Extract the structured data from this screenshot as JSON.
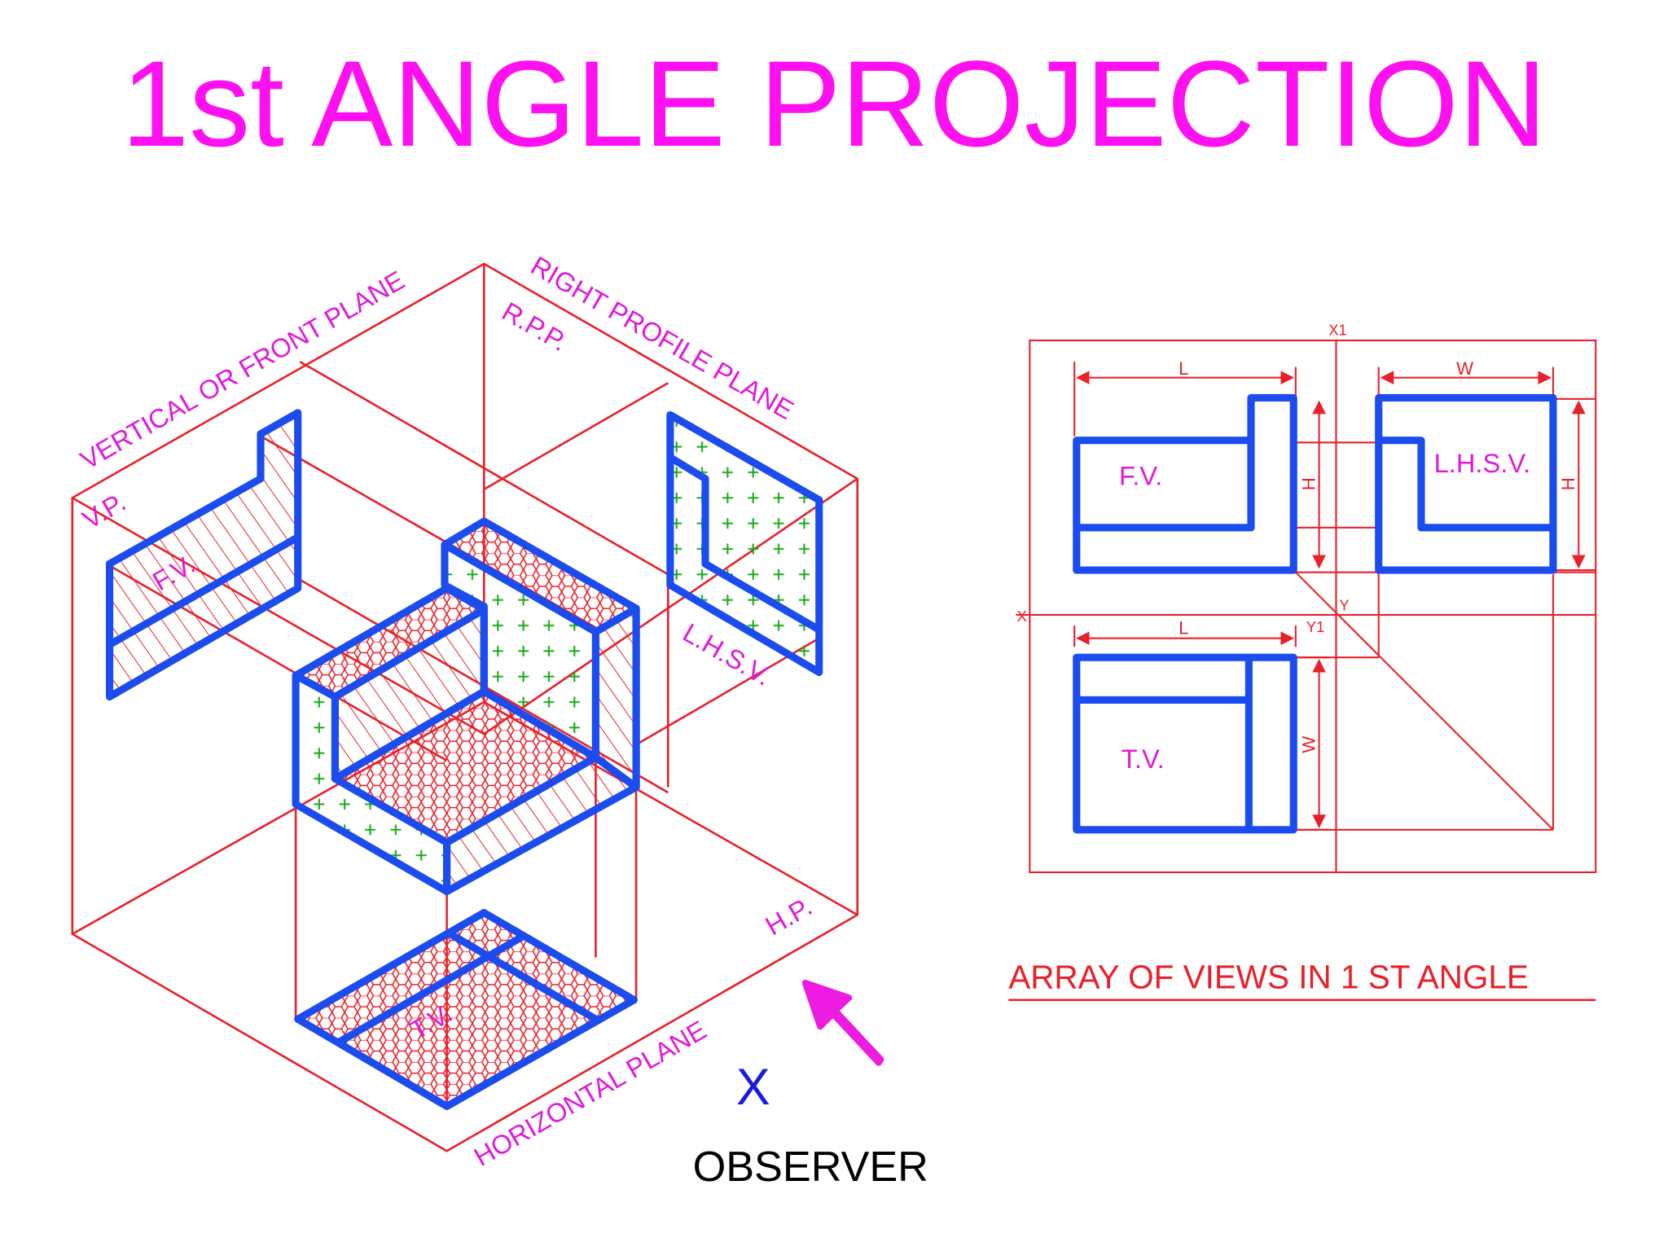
{
  "title": "1st ANGLE PROJECTION",
  "colors": {
    "title": "#ff10f0",
    "plane_line": "#e8202a",
    "object": "#1a4cf0",
    "label": "#e01ad8",
    "plus_fill": "#1aaa1a",
    "observer_x": "#1a1ae0"
  },
  "pictorial": {
    "plane_labels": {
      "vertical": "VERTICAL OR FRONT PLANE",
      "vp": "V.P.",
      "right_profile": "RIGHT PROFILE PLANE",
      "rpp": "R.P.P.",
      "horizontal": "HORIZONTAL PLANE",
      "hp": "H.P."
    },
    "view_labels": {
      "fv": "F.V.",
      "lhsv": "L.H.S.V.",
      "tv": "T.V."
    },
    "observer_mark": "X",
    "observer_label": "OBSERVER",
    "arrow_icon": "arrow-icon"
  },
  "orthographic": {
    "caption": "ARRAY OF VIEWS IN 1 ST ANGLE",
    "views": {
      "fv": "F.V.",
      "lhsv": "L.H.S.V.",
      "tv": "T.V."
    },
    "axis_labels": {
      "x": "X",
      "x1": "X1",
      "y": "Y",
      "y1": "Y1"
    },
    "dimension_labels": {
      "length_top": "L",
      "width_top": "W",
      "height_fv": "H",
      "height_lhsv": "H",
      "length_tv": "L",
      "width_tv": "W"
    }
  }
}
